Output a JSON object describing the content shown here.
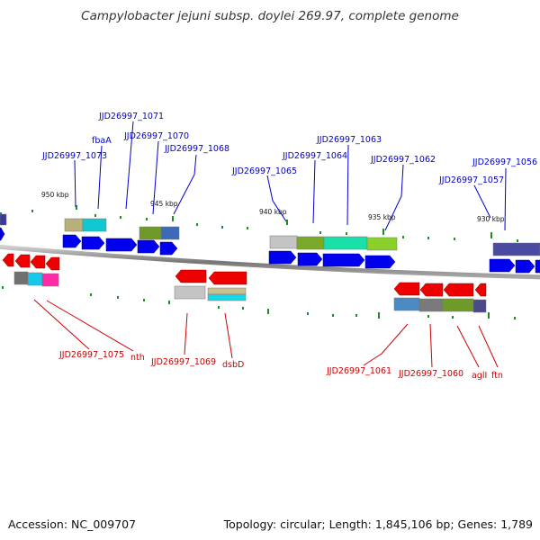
{
  "title": "Campylobacter jejuni subsp. doylei 269.97, complete genome",
  "footer": {
    "accession": "Accession: NC_009707",
    "topology": "Topology: circular; Length: 1,845,106 bp; Genes: 1,789"
  },
  "colors": {
    "top_strand_label": "#0000cc",
    "bottom_strand_label": "#cc0000",
    "cds_forward": "#0000ee",
    "cds_reverse": "#ee0000",
    "backbone": "#888888",
    "tick": "#228b22"
  },
  "tick_labels": [
    "950 kbp",
    "945 kbp",
    "940 kbp",
    "935 kbp",
    "930 kbp"
  ],
  "genes_top": [
    "JJD26997_1073",
    "fbaA",
    "JJD26997_1071",
    "JJD26997_1070",
    "JJD26997_1068",
    "JJD26997_1065",
    "JJD26997_1064",
    "JJD26997_1063",
    "JJD26997_1062",
    "JJD26997_1057",
    "JJD26997_1056"
  ],
  "genes_bottom": [
    "JJD26997_1075",
    "nth",
    "JJD26997_1069",
    "dsbD",
    "JJD26997_1061",
    "JJD26997_1060",
    "aglI",
    "ftn"
  ]
}
